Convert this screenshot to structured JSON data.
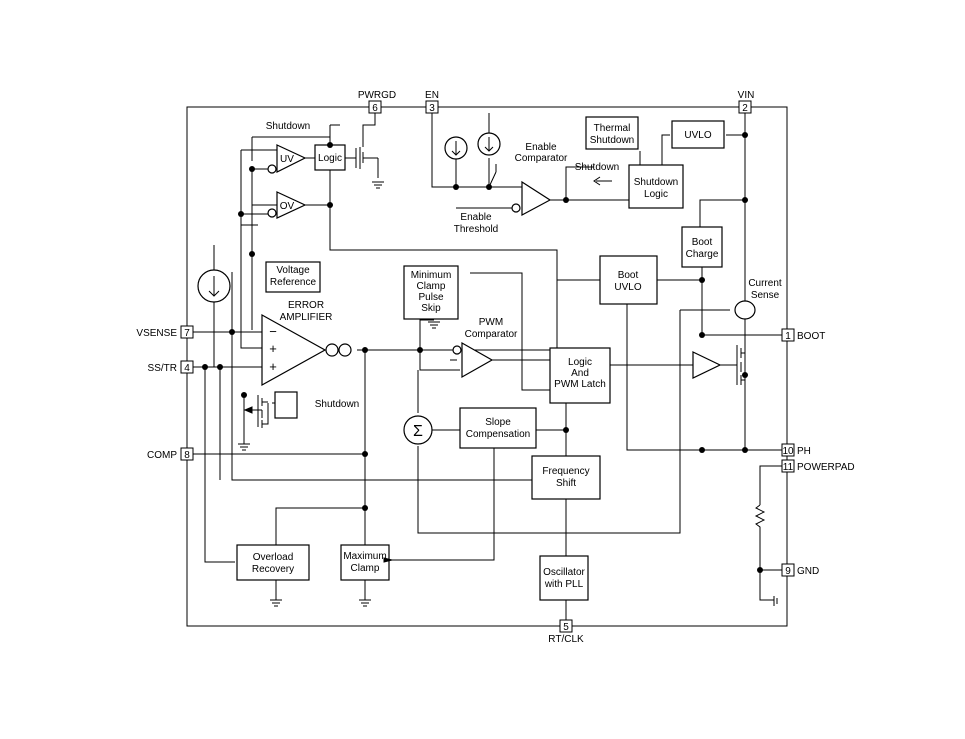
{
  "pins": {
    "pwrgd": {
      "name": "PWRGD",
      "num": "6"
    },
    "en": {
      "name": "EN",
      "num": "3"
    },
    "vin": {
      "name": "VIN",
      "num": "2"
    },
    "vsense": {
      "name": "VSENSE",
      "num": "7"
    },
    "sstr": {
      "name": "SS/TR",
      "num": "4"
    },
    "comp": {
      "name": "COMP",
      "num": "8"
    },
    "boot": {
      "name": "BOOT",
      "num": "1"
    },
    "ph": {
      "name": "PH",
      "num": "10"
    },
    "powerpad": {
      "name": "POWERPAD",
      "num": "11"
    },
    "gnd": {
      "name": "GND",
      "num": "9"
    },
    "rtclk": {
      "name": "RT/CLK",
      "num": "5"
    }
  },
  "blocks": {
    "logic": "Logic",
    "uv": "UV",
    "ov": "OV",
    "thermal_shutdown": [
      "Thermal",
      "Shutdown"
    ],
    "uvlo": "UVLO",
    "shutdown_logic": [
      "Shutdown",
      "Logic"
    ],
    "boot_charge": [
      "Boot",
      "Charge"
    ],
    "boot_uvlo": [
      "Boot",
      "UVLO"
    ],
    "voltage_reference": [
      "Voltage",
      "Reference"
    ],
    "min_clamp": [
      "Minimum",
      "Clamp",
      "Pulse",
      "Skip"
    ],
    "logic_pwm_latch": [
      "Logic",
      "And",
      "PWM Latch"
    ],
    "slope_compensation": [
      "Slope",
      "Compensation"
    ],
    "frequency_shift": [
      "Frequency",
      "Shift"
    ],
    "overload_recovery": [
      "Overload",
      "Recovery"
    ],
    "maximum_clamp": [
      "Maximum",
      "Clamp"
    ],
    "oscillator": [
      "Oscillator",
      "with PLL"
    ]
  },
  "labels": {
    "shutdown_top": "Shutdown",
    "shutdown_mid": "Shutdown",
    "shutdown_low": "Shutdown",
    "enable_comparator": [
      "Enable",
      "Comparator"
    ],
    "enable_threshold": [
      "Enable",
      "Threshold"
    ],
    "error_amplifier": [
      "ERROR",
      "AMPLIFIER"
    ],
    "pwm_comparator": [
      "PWM",
      "Comparator"
    ],
    "current_sense": [
      "Current",
      "Sense"
    ],
    "amp_minus": "−",
    "amp_plus1": "+",
    "amp_plus2": "+",
    "sigma": "Σ"
  }
}
